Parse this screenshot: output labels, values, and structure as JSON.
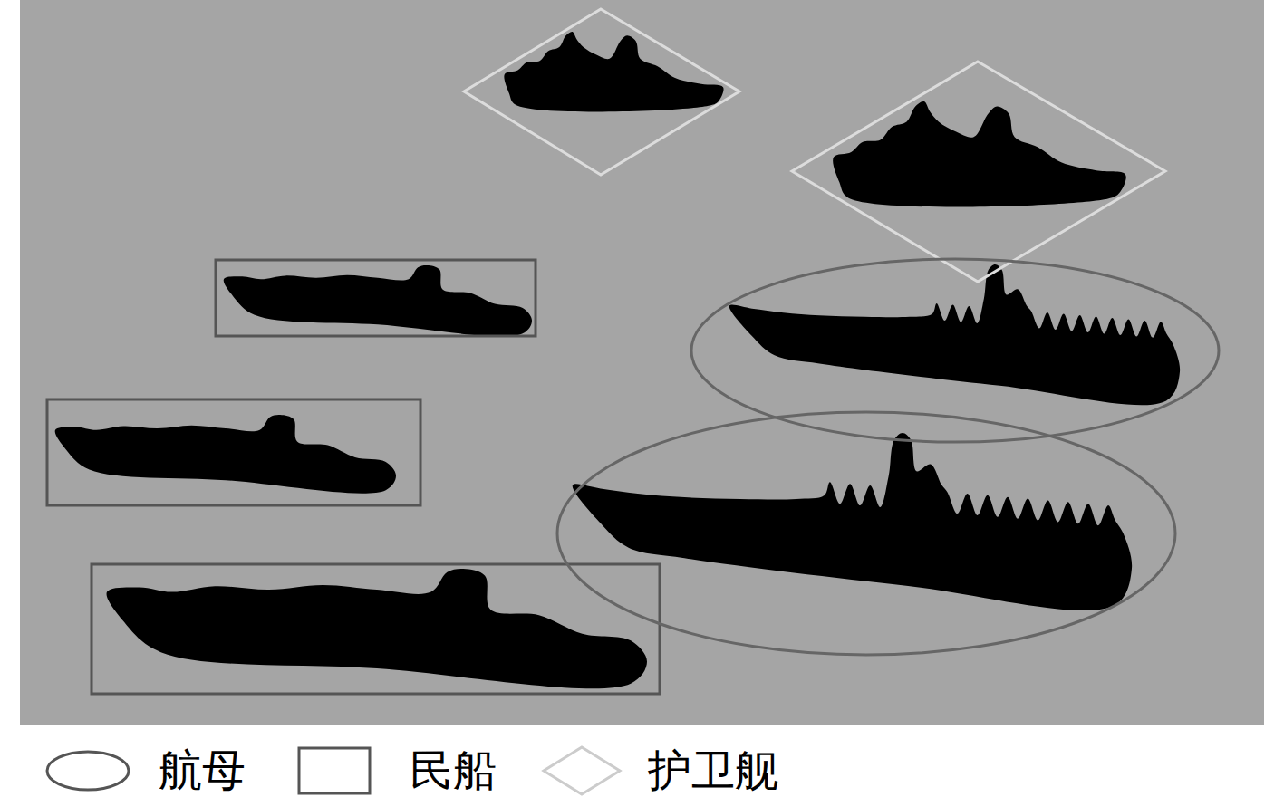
{
  "diagram": {
    "legend": [
      {
        "text": "航母"
      },
      {
        "text": "民船"
      },
      {
        "text": "护卫舰"
      }
    ]
  }
}
